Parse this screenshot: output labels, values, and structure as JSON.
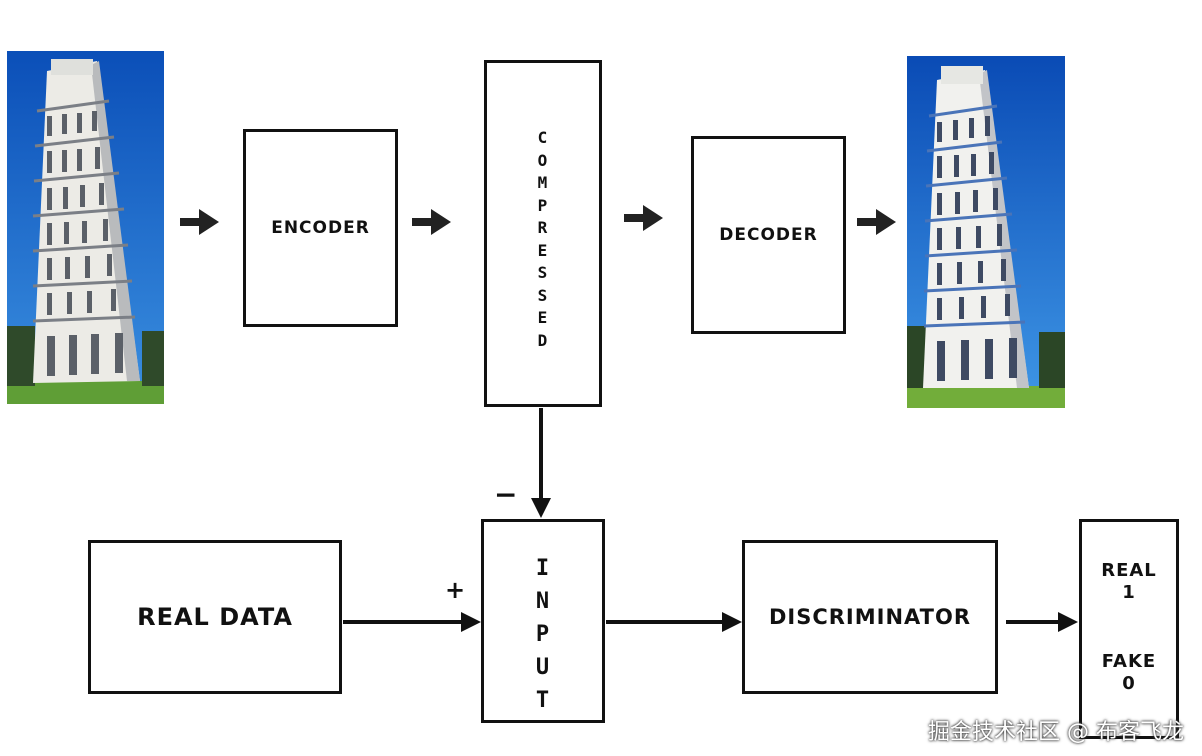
{
  "nodes": {
    "encoder": "ENCODER",
    "compressed": [
      "C",
      "O",
      "M",
      "P",
      "R",
      "E",
      "S",
      "S",
      "E",
      "D"
    ],
    "decoder": "DECODER",
    "real_data": "REAL DATA",
    "input": [
      "I",
      "N",
      "P",
      "U",
      "T"
    ],
    "discriminator": "DISCRIMINATOR",
    "output": {
      "real_label": "REAL",
      "real_value": "1",
      "fake_label": "FAKE",
      "fake_value": "0"
    }
  },
  "signs": {
    "minus": "−",
    "plus": "+"
  },
  "images": {
    "input_image": "leaning-tower-of-pisa",
    "output_image": "leaning-tower-of-pisa-reconstructed"
  },
  "watermark": "掘金技术社区 @ 布客飞龙",
  "colors": {
    "sky": "#1f6fd0",
    "grass": "#6aa63a",
    "tower": "#e8e8e4",
    "stroke": "#111111"
  }
}
